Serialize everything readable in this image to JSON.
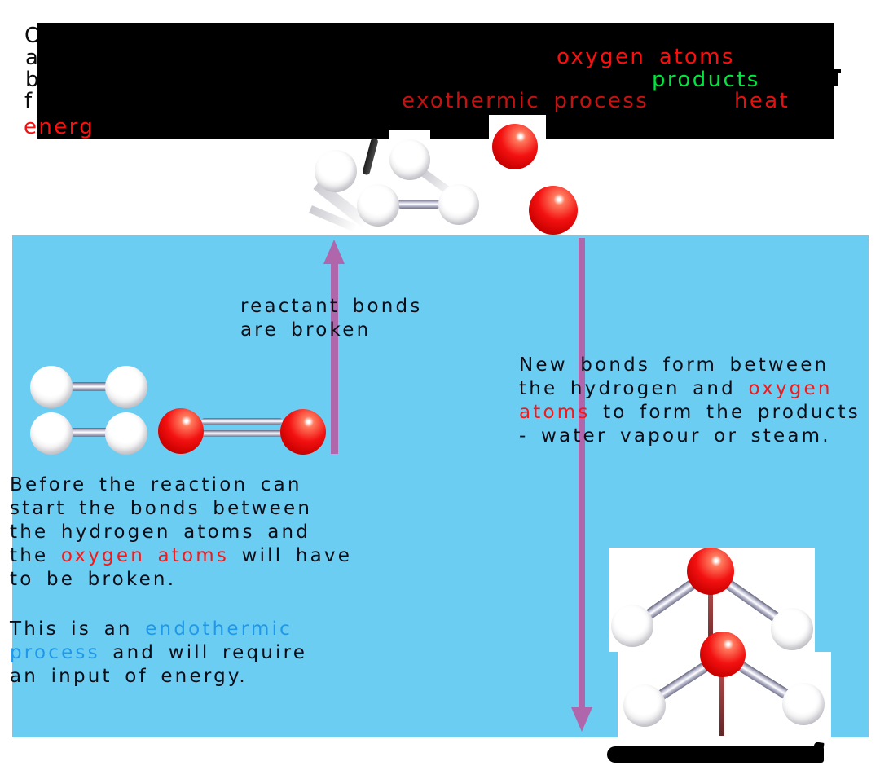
{
  "colors": {
    "panel_blue": "#6ccdf2",
    "arrow_purple": "#b066ab",
    "body_text": "#0d0d17",
    "highlight_red": "#f91616",
    "highlight_blue": "#1f97ea",
    "highlight_green": "#00e63e",
    "banner_red": "#fb0e0e",
    "banner_dark_red": "#c41212",
    "oxygen_atom_red": "#e60000",
    "hydrogen_atom_white": "#ffffff"
  },
  "top_banner": {
    "line_fragments": [
      "O",
      "a",
      "b",
      "f"
    ],
    "energy_word": "energ",
    "oxygen_atoms": "oxygen atoms",
    "products": "products",
    "exothermic_process": "exothermic process",
    "heat": "heat"
  },
  "labels": {
    "reactant_bonds": {
      "l1": "reactant bonds",
      "l2": "are broken"
    },
    "new_bonds": {
      "l1": "New bonds form between",
      "l2a": "the hydrogen and ",
      "l2b": "oxygen",
      "l3a": "atoms",
      "l3b": " to form the products",
      "l4": "- water vapour or steam."
    },
    "before": {
      "l1": "Before the reaction can",
      "l2": "start the bonds between",
      "l3": "the hydrogen atoms and",
      "l4a": "the ",
      "l4b": "oxygen atoms",
      "l4c": " will have",
      "l5": "to be broken."
    },
    "endothermic": {
      "l1a": "This is an ",
      "l1b": "endothermic",
      "l2a": "process",
      "l2b": " and will require",
      "l3": "an input of energy."
    }
  }
}
